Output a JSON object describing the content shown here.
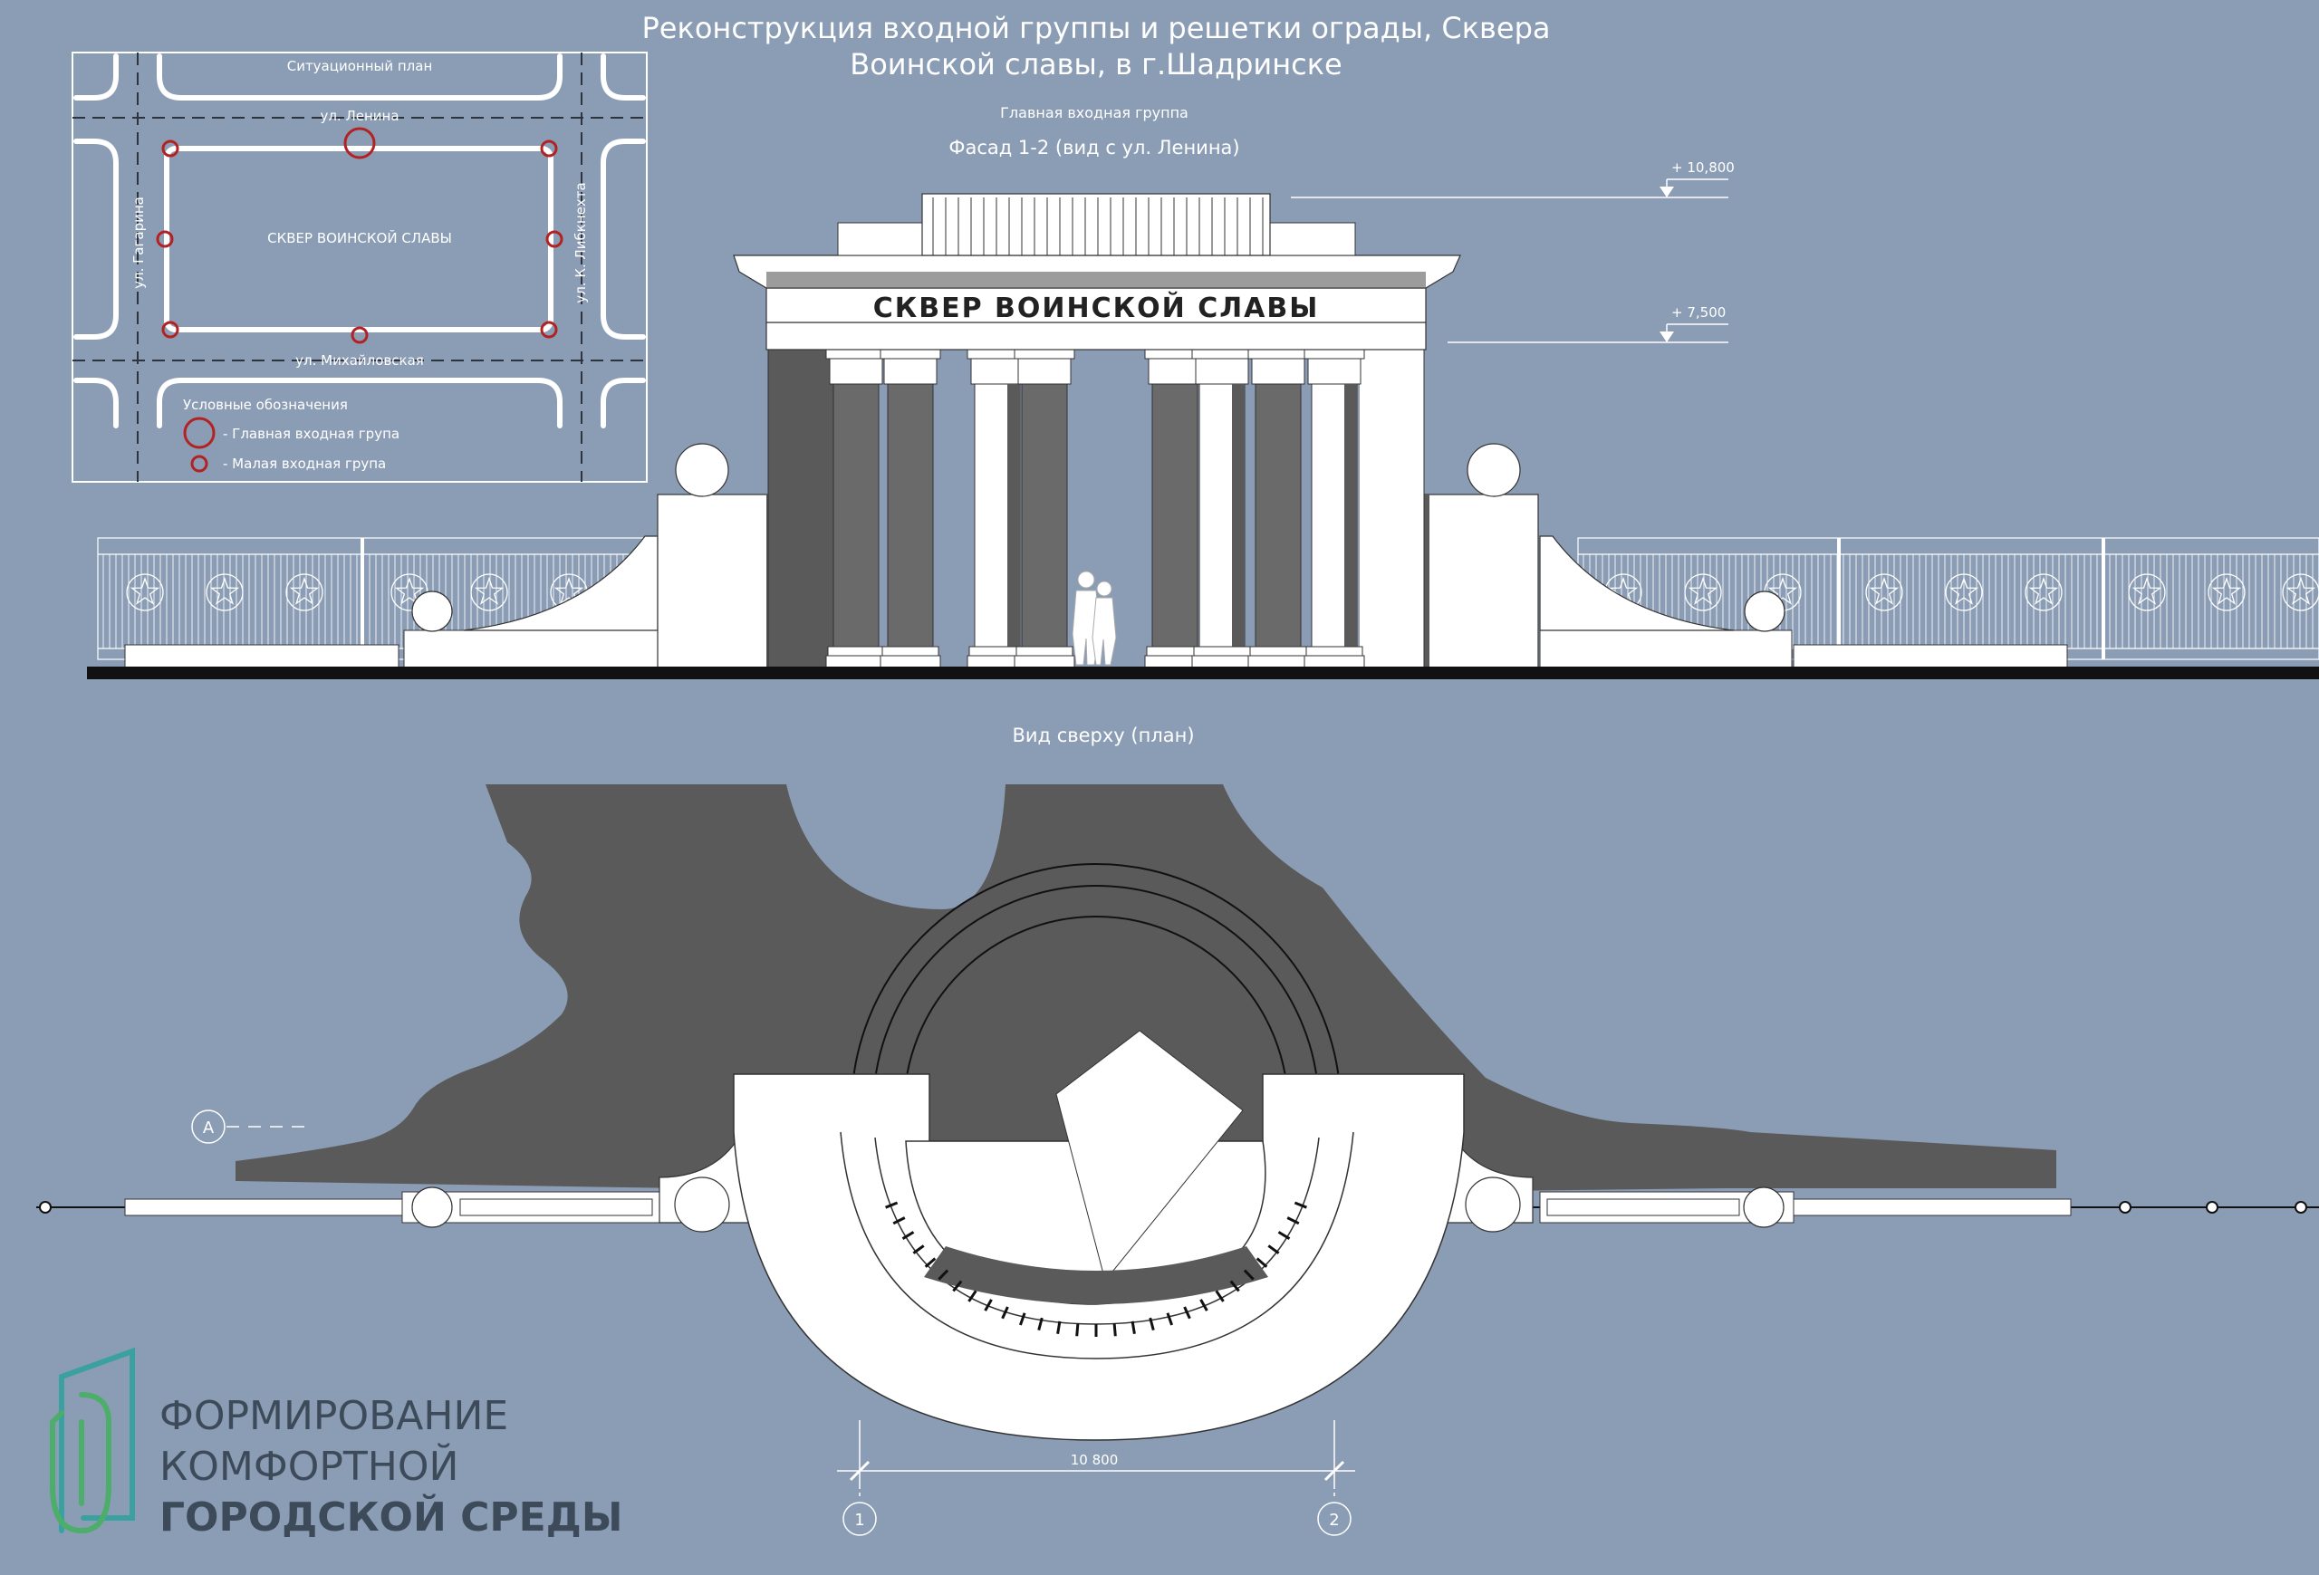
{
  "title": {
    "line1": "Реконструкция входной группы и решетки ограды, Сквера",
    "line2": "Воинской славы, в г.Шадринске"
  },
  "site_plan": {
    "heading": "Ситуационный план",
    "street_top": "ул. Ленина",
    "street_bottom": "ул. Михайловская",
    "street_left": "ул. Гагарина",
    "street_right": "ул. К. Либкнехта",
    "park_name": "СКВЕР ВОИНСКОЙ СЛАВЫ",
    "legend_title": "Условные обозначения",
    "legend_main": "- Главная входная група",
    "legend_small": "- Малая входная група"
  },
  "facade": {
    "subtitle": "Главная входная группа",
    "title": "Фасад 1-2 (вид с ул. Ленина)",
    "level_top": "+ 10,800",
    "level_mid": "+ 7,500",
    "frieze_text": "СКВЕР  ВОИНСКОЙ  СЛАВЫ"
  },
  "plan": {
    "title": "Вид сверху (план)",
    "axis_a": "А",
    "axis_1": "1",
    "axis_2": "2",
    "dimension": "10 800"
  },
  "logo": {
    "line1": "ФОРМИРОВАНИЕ",
    "line2": "КОМФОРТНОЙ",
    "line3": "ГОРОДСКОЙ СРЕДЫ"
  },
  "colors": {
    "background": "#8b9db4",
    "line": "#ffffff",
    "shadow": "#5a5a5a",
    "marker": "#b22222",
    "logo_text": "#3d4a5a",
    "logo_accent": "#3aa0a0"
  }
}
